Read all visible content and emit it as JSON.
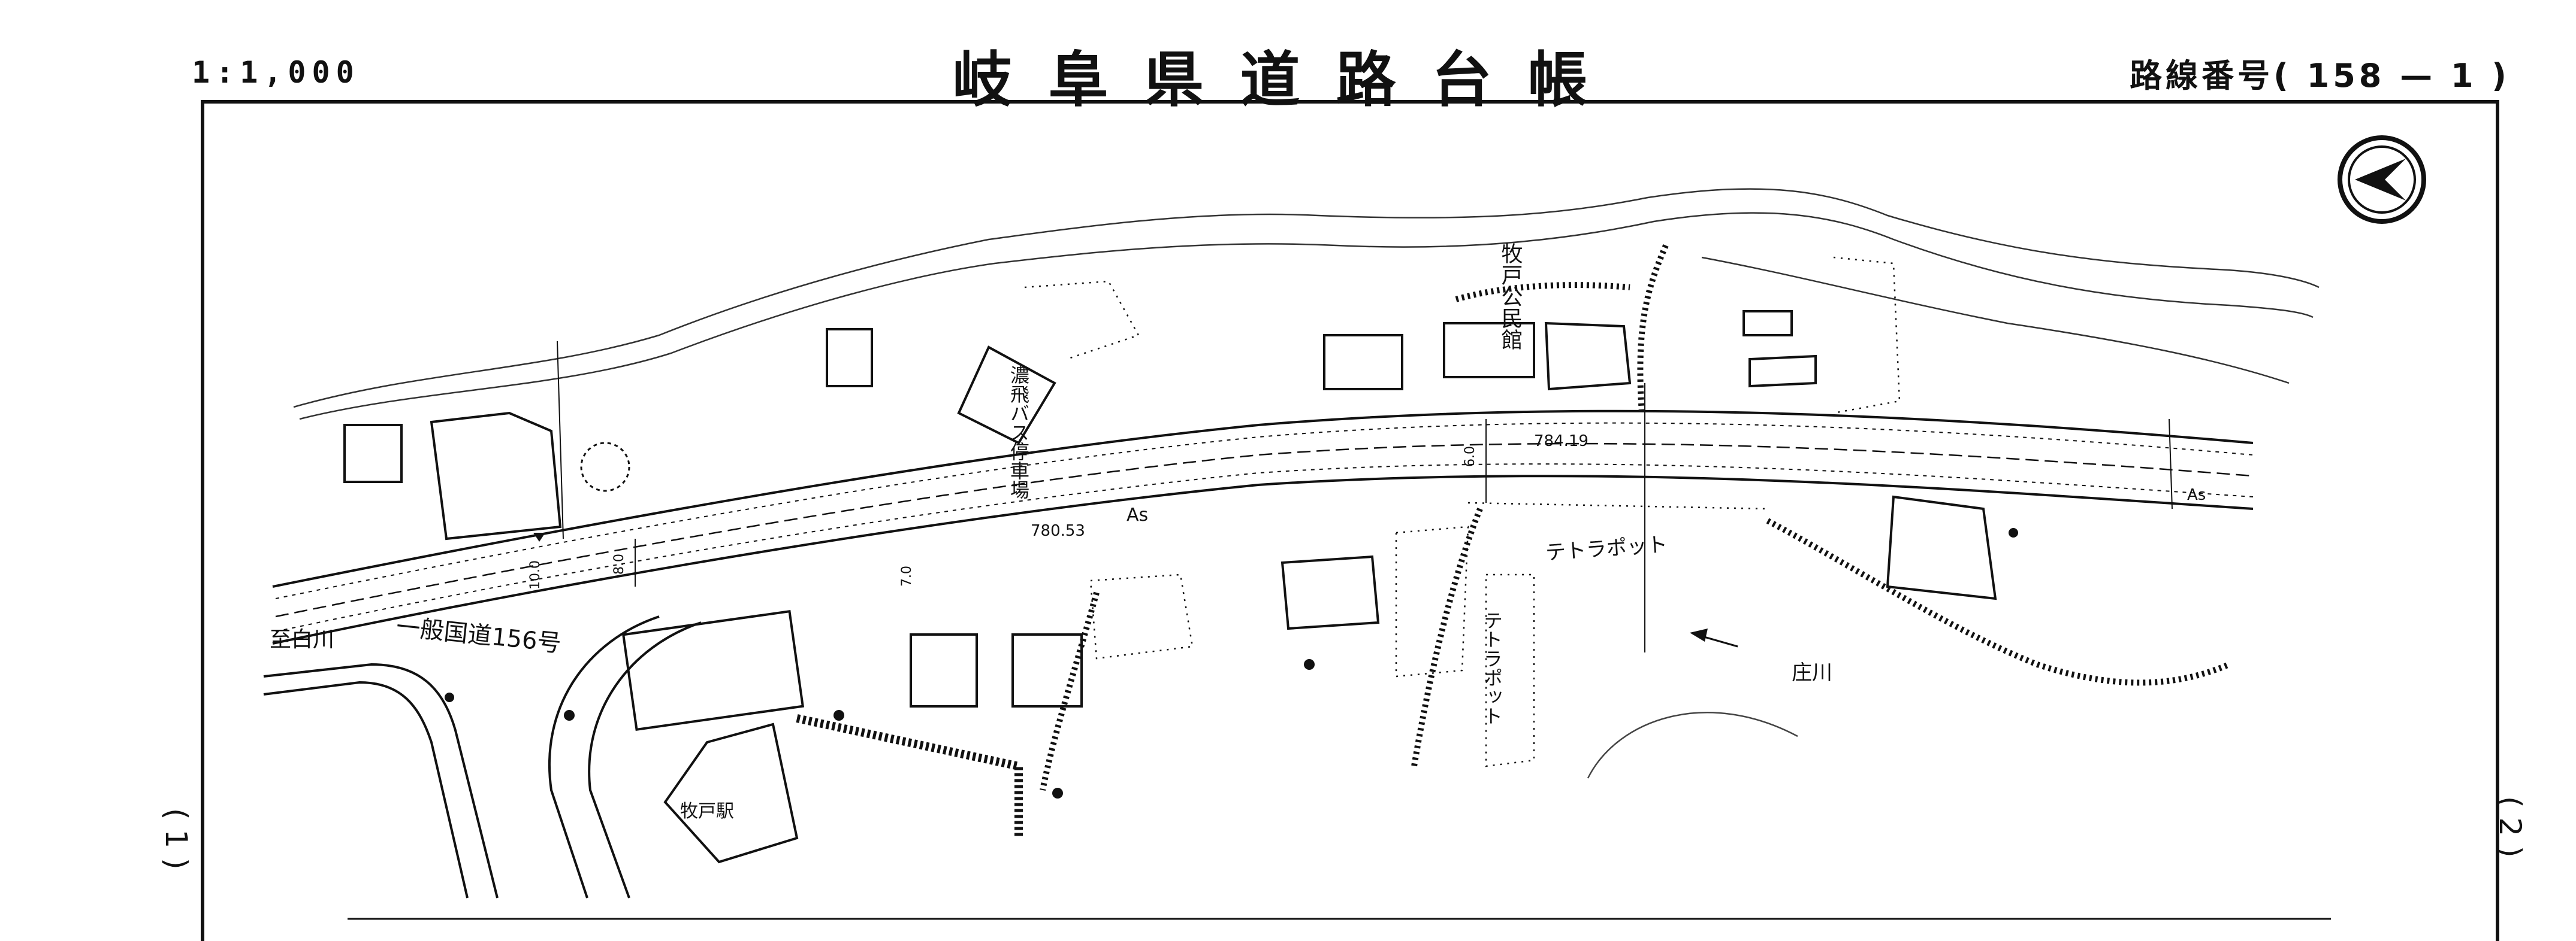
{
  "header": {
    "scale": "1:1,000",
    "title": "岐阜県道路台帳",
    "route_number": "路線番号( 158 — 1 )"
  },
  "map": {
    "labels": {
      "to_shirakawa": "至白川",
      "national_route": "一般国道156号",
      "makido_community_hall": "牧戸公民館",
      "bus_parking": "濃飛バス停車場",
      "tetrapod_1": "テトラポット",
      "tetrapod_2": "テトラポット",
      "shogawa_river": "庄川",
      "makido_station": "牧戸駅",
      "surface_as_1": "As",
      "surface_as_2": "As"
    },
    "elevations": {
      "left": "780.53",
      "right": "784.19"
    },
    "widths": {
      "w1": "10.0",
      "w2": "8.0",
      "w3": "7.0",
      "w4": "6.0"
    },
    "north_arrow_icon": "north-arrow-icon"
  },
  "margin": {
    "right_page_mark": "( 2 )",
    "left_page_mark": "( 1 )"
  }
}
